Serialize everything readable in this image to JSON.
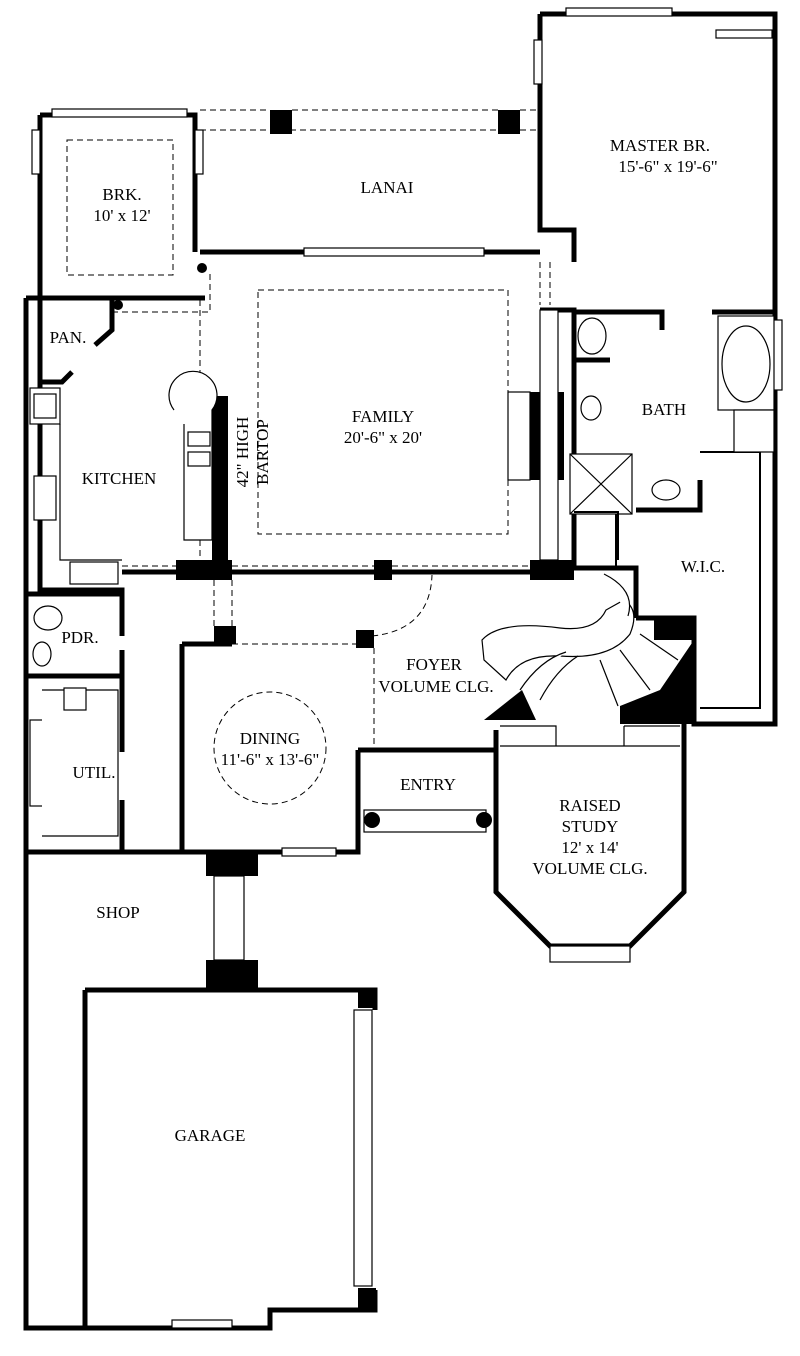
{
  "rooms": {
    "master": {
      "name": "MASTER BR.",
      "size": "15'-6\" x 19'-6\""
    },
    "lanai": {
      "name": "LANAI"
    },
    "brk": {
      "name": "BRK.",
      "size": "10' x 12'"
    },
    "pan": {
      "name": "PAN."
    },
    "kitchen": {
      "name": "KITCHEN"
    },
    "bartop": {
      "line1": "42\" HIGH",
      "line2": "BARTOP"
    },
    "family": {
      "name": "FAMILY",
      "size": "20'-6\" x 20'"
    },
    "bath": {
      "name": "BATH"
    },
    "wic": {
      "name": "W.I.C."
    },
    "pdr": {
      "name": "PDR."
    },
    "foyer": {
      "name": "FOYER",
      "note": "VOLUME CLG."
    },
    "dining": {
      "name": "DINING",
      "size": "11'-6\" x 13'-6\""
    },
    "util": {
      "name": "UTIL."
    },
    "entry": {
      "name": "ENTRY"
    },
    "study": {
      "line1": "RAISED",
      "line2": "STUDY",
      "size": "12' x 14'",
      "note": "VOLUME CLG."
    },
    "shop": {
      "name": "SHOP"
    },
    "garage": {
      "name": "GARAGE"
    }
  }
}
